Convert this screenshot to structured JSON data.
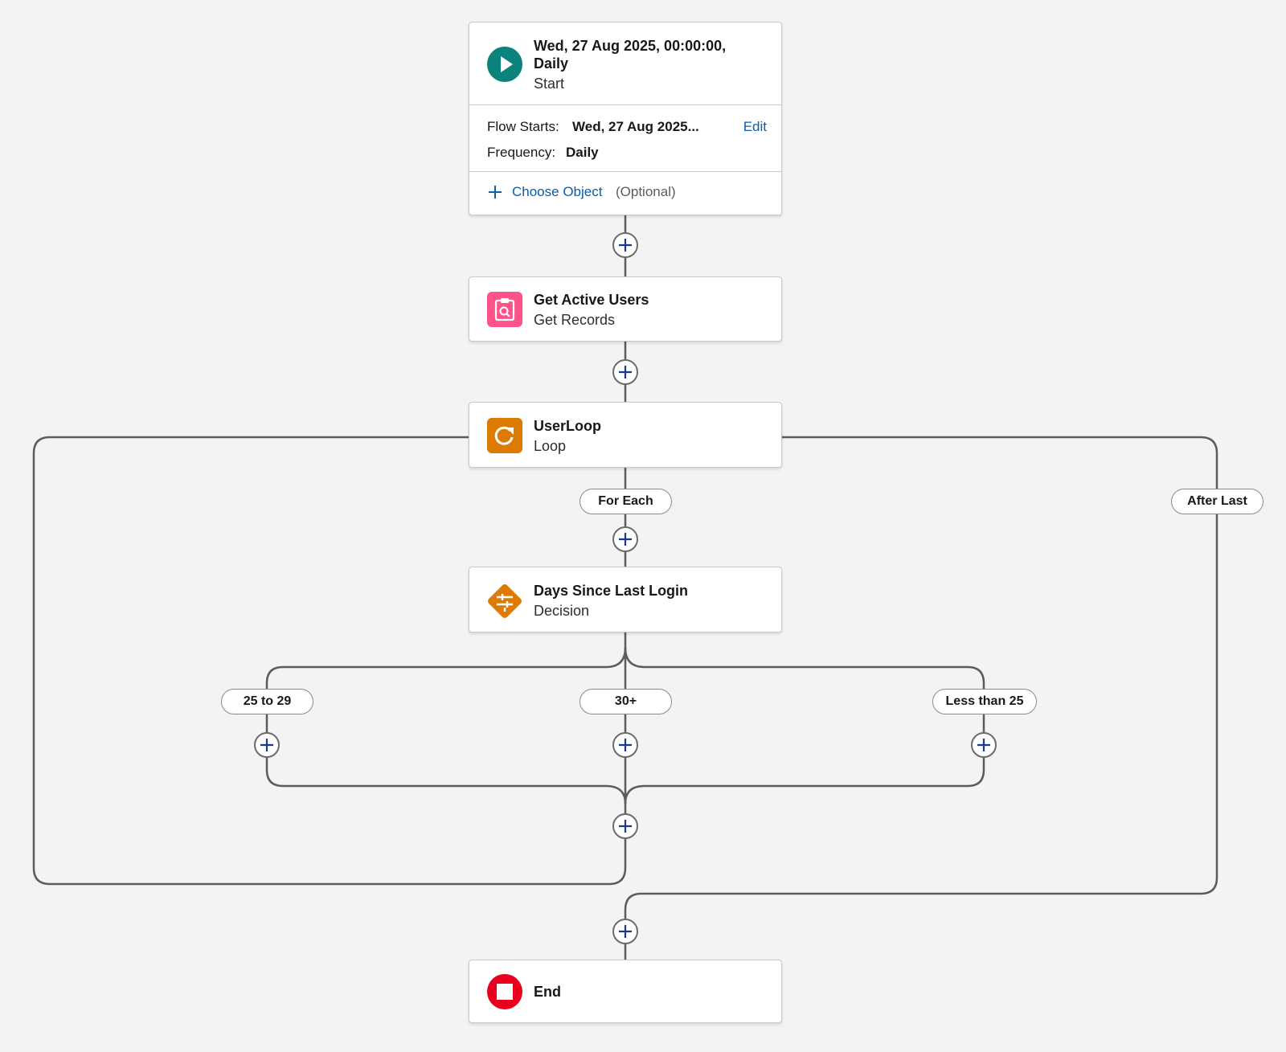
{
  "start": {
    "title": "Wed, 27 Aug 2025, 00:00:00, Daily",
    "title_line1": "Wed, 27 Aug 2025, 00:00:00,",
    "title_line2": "Daily",
    "type": "Start",
    "flow_starts_label": "Flow Starts:",
    "flow_starts_value": "Wed, 27 Aug 2025...",
    "edit_label": "Edit",
    "frequency_label": "Frequency:",
    "frequency_value": "Daily",
    "choose_object_label": "Choose Object",
    "optional_label": "(Optional)"
  },
  "nodes": {
    "get_records": {
      "title": "Get Active Users",
      "type": "Get Records"
    },
    "loop": {
      "title": "UserLoop",
      "type": "Loop"
    },
    "decision": {
      "title": "Days Since Last Login",
      "type": "Decision"
    },
    "end": {
      "title": "End"
    }
  },
  "connectors": {
    "for_each": "For Each",
    "after_last": "After Last",
    "outcome_1": "25 to 29",
    "outcome_2": "30+",
    "outcome_3": "Less than 25"
  },
  "colors": {
    "start": "#0b827c",
    "get_records": "#ff538a",
    "loop": "#dd7a01",
    "decision": "#dd7a01",
    "end": "#ea001e",
    "link": "#0b5cab",
    "connector": "#5c5c5c"
  }
}
